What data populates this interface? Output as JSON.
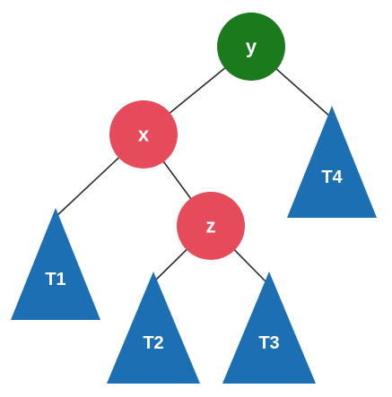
{
  "colors": {
    "root_node": "#1b7a1b",
    "child_node": "#e64b5c",
    "subtree": "#1c6fb3",
    "edge": "#2b2b2b",
    "label": "#ffffff"
  },
  "tree": {
    "nodes": [
      {
        "id": "y",
        "label": "y",
        "color_key": "root_node"
      },
      {
        "id": "x",
        "label": "x",
        "color_key": "child_node"
      },
      {
        "id": "z",
        "label": "z",
        "color_key": "child_node"
      }
    ],
    "subtrees": [
      {
        "id": "T1",
        "label": "T1"
      },
      {
        "id": "T2",
        "label": "T2"
      },
      {
        "id": "T3",
        "label": "T3"
      },
      {
        "id": "T4",
        "label": "T4"
      }
    ],
    "edges": [
      {
        "from": "y",
        "to": "x"
      },
      {
        "from": "y",
        "to": "T4"
      },
      {
        "from": "x",
        "to": "T1"
      },
      {
        "from": "x",
        "to": "z"
      },
      {
        "from": "z",
        "to": "T2"
      },
      {
        "from": "z",
        "to": "T3"
      }
    ]
  }
}
